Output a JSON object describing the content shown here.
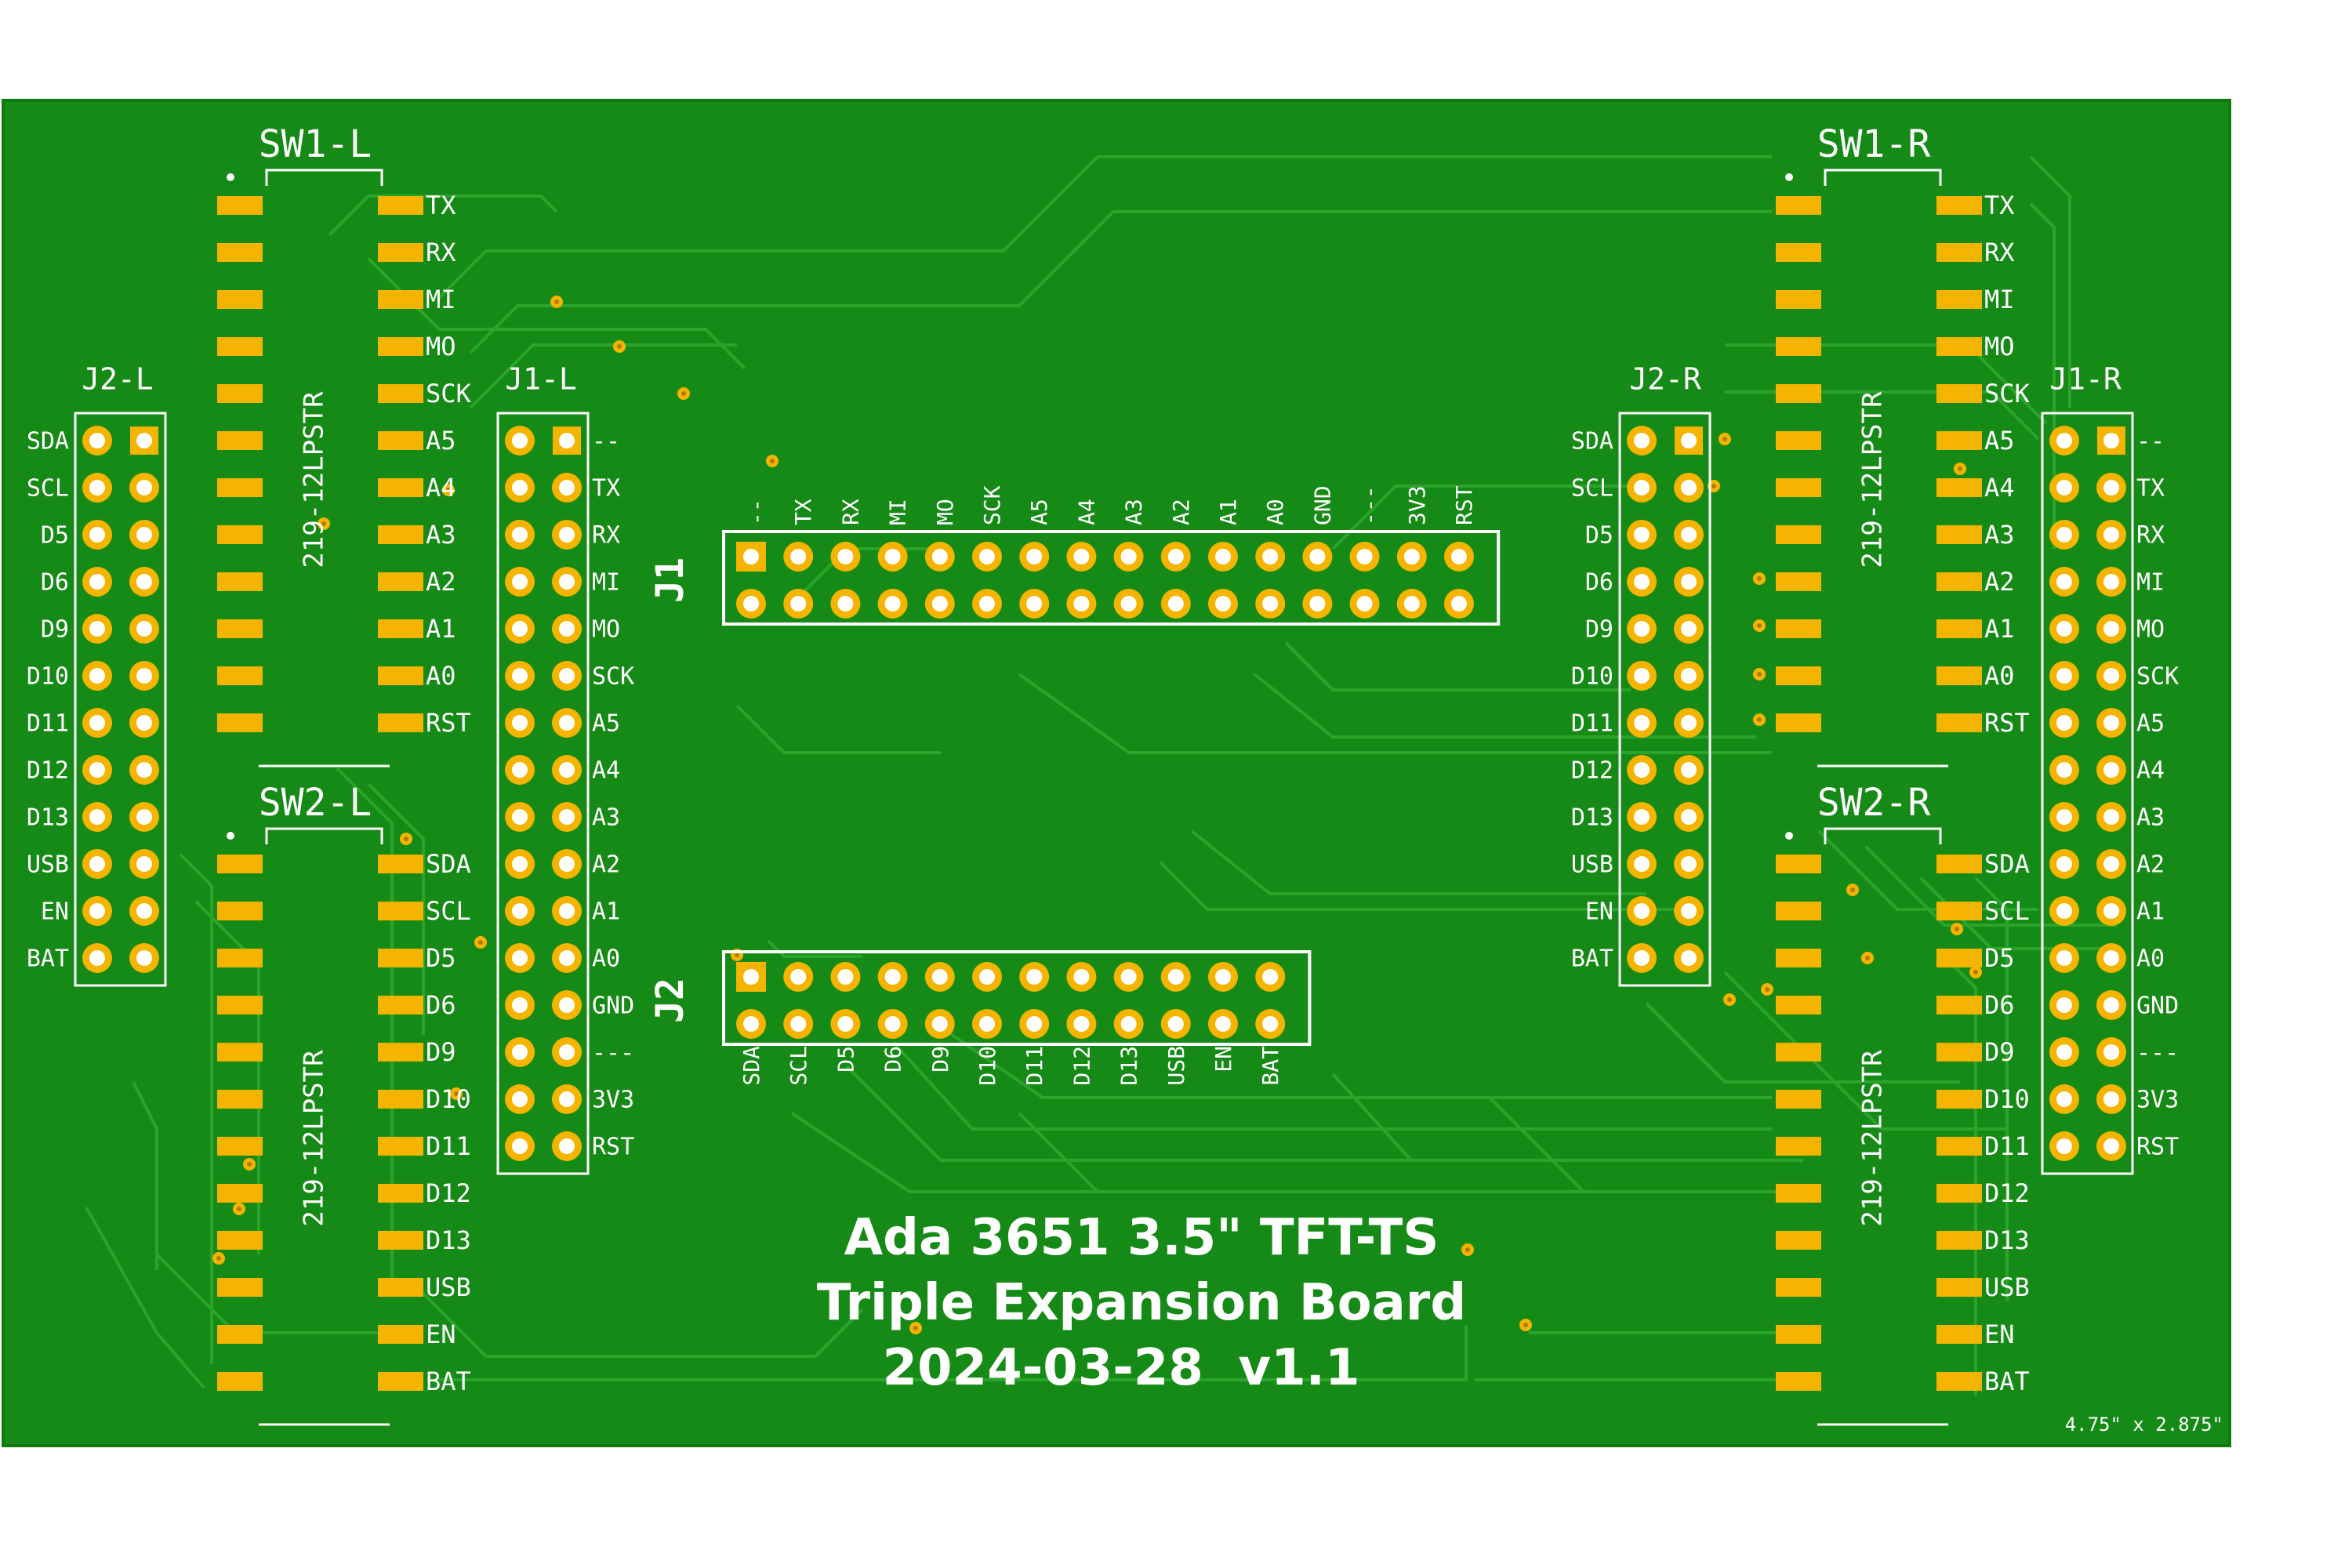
{
  "colors": {
    "board": "#168a16",
    "board_edge": "#0f7a0f",
    "trace": "#2aa52a",
    "copper": "#f4b400",
    "pad_hole": "#ffffff",
    "silk": "#ffffff"
  },
  "title": {
    "line1": "Ada 3651 3.5\" TFT-TS",
    "line2": "Triple Expansion Board",
    "line3": "2024-03-28  v1.1"
  },
  "dimensions_note": "4.75\" x 2.875\"",
  "switches": {
    "sw1_left": {
      "ref": "SW1-L",
      "part": "219-12LPSTR",
      "labels": [
        "TX",
        "RX",
        "MI",
        "MO",
        "SCK",
        "A5",
        "A4",
        "A3",
        "A2",
        "A1",
        "A0",
        "RST"
      ]
    },
    "sw2_left": {
      "ref": "SW2-L",
      "part": "219-12LPSTR",
      "labels": [
        "SDA",
        "SCL",
        "D5",
        "D6",
        "D9",
        "D10",
        "D11",
        "D12",
        "D13",
        "USB",
        "EN",
        "BAT"
      ]
    },
    "sw1_right": {
      "ref": "SW1-R",
      "part": "219-12LPSTR",
      "labels": [
        "TX",
        "RX",
        "MI",
        "MO",
        "SCK",
        "A5",
        "A4",
        "A3",
        "A2",
        "A1",
        "A0",
        "RST"
      ]
    },
    "sw2_right": {
      "ref": "SW2-R",
      "part": "219-12LPSTR",
      "labels": [
        "SDA",
        "SCL",
        "D5",
        "D6",
        "D9",
        "D10",
        "D11",
        "D12",
        "D13",
        "USB",
        "EN",
        "BAT"
      ]
    }
  },
  "headers": {
    "j2_left": {
      "ref": "J2-L",
      "labels": [
        "SDA",
        "SCL",
        "D5",
        "D6",
        "D9",
        "D10",
        "D11",
        "D12",
        "D13",
        "USB",
        "EN",
        "BAT"
      ]
    },
    "j1_left": {
      "ref": "J1-L",
      "labels": [
        "--",
        "TX",
        "RX",
        "MI",
        "MO",
        "SCK",
        "A5",
        "A4",
        "A3",
        "A2",
        "A1",
        "A0",
        "GND",
        "---",
        "3V3",
        "RST"
      ]
    },
    "j2_right": {
      "ref": "J2-R",
      "labels": [
        "SDA",
        "SCL",
        "D5",
        "D6",
        "D9",
        "D10",
        "D11",
        "D12",
        "D13",
        "USB",
        "EN",
        "BAT"
      ]
    },
    "j1_right": {
      "ref": "J1-R",
      "labels": [
        "--",
        "TX",
        "RX",
        "MI",
        "MO",
        "SCK",
        "A5",
        "A4",
        "A3",
        "A2",
        "A1",
        "A0",
        "GND",
        "---",
        "3V3",
        "RST"
      ]
    },
    "j1_center": {
      "ref": "J1",
      "labels": [
        "--",
        "TX",
        "RX",
        "MI",
        "MO",
        "SCK",
        "A5",
        "A4",
        "A3",
        "A2",
        "A1",
        "A0",
        "GND",
        "---",
        "3V3",
        "RST"
      ]
    },
    "j2_center": {
      "ref": "J2",
      "labels": [
        "SDA",
        "SCL",
        "D5",
        "D6",
        "D9",
        "D10",
        "D11",
        "D12",
        "D13",
        "USB",
        "EN",
        "BAT"
      ]
    }
  }
}
